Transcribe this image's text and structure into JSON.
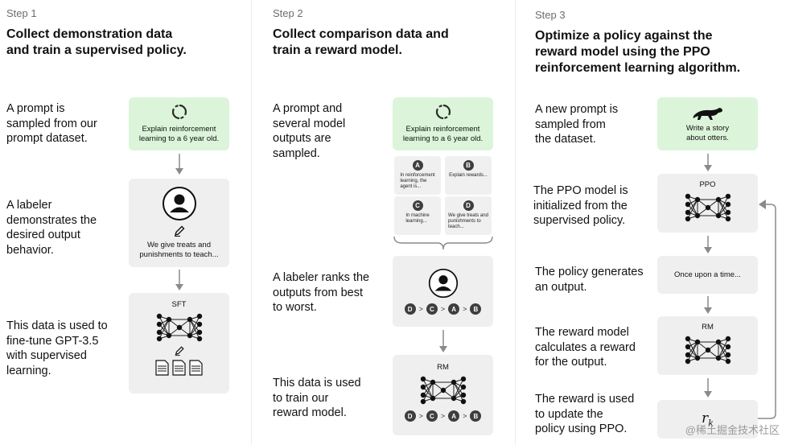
{
  "steps": [
    {
      "step_label": "Step 1",
      "title_lines": [
        "Collect demonstration data",
        "and train a supervised policy."
      ],
      "descriptions": [
        {
          "lines": [
            "A prompt is",
            "sampled from our",
            "prompt dataset."
          ]
        },
        {
          "lines": [
            "A labeler",
            "demonstrates the",
            "desired output",
            "behavior."
          ]
        },
        {
          "lines": [
            "This data is used to",
            "fine-tune GPT-3.5",
            "with supervised",
            "learning."
          ]
        }
      ],
      "cards": {
        "prompt": {
          "lines": [
            "Explain reinforcement",
            "learning to a 6 year old."
          ],
          "icon": "recycle-icon"
        },
        "demo": {
          "lines": [
            "We give treats and",
            "punishments to teach..."
          ],
          "icon": "labeler-icon"
        },
        "sft": {
          "label": "SFT",
          "icon": "neural-network-icon"
        }
      }
    },
    {
      "step_label": "Step 2",
      "title_lines": [
        "Collect comparison data and",
        "train a reward model."
      ],
      "descriptions": [
        {
          "lines": [
            "A prompt and",
            "several model",
            "outputs are",
            "sampled."
          ]
        },
        {
          "lines": [
            "A labeler ranks the",
            "outputs from best",
            "to worst."
          ]
        },
        {
          "lines": [
            "This data is used",
            "to train our",
            "reward model."
          ]
        }
      ],
      "cards": {
        "prompt": {
          "lines": [
            "Explain reinforcement",
            "learning to a 6 year old."
          ],
          "icon": "recycle-icon"
        },
        "outputs": [
          {
            "letter": "A",
            "text": [
              "In reinforcement",
              "learning, the",
              "agent is..."
            ]
          },
          {
            "letter": "B",
            "text": [
              "Explain rewards..."
            ]
          },
          {
            "letter": "C",
            "text": [
              "In machine",
              "learning..."
            ]
          },
          {
            "letter": "D",
            "text": [
              "We give treats and",
              "punishments to",
              "teach..."
            ]
          }
        ],
        "ranking": [
          "D",
          "C",
          "A",
          "B"
        ],
        "rm": {
          "label": "RM"
        }
      }
    },
    {
      "step_label": "Step 3",
      "title_lines": [
        "Optimize a policy against the",
        "reward model using the PPO",
        "reinforcement learning algorithm."
      ],
      "descriptions": [
        {
          "lines": [
            "A new prompt is",
            "sampled from",
            "the dataset."
          ]
        },
        {
          "lines": [
            "The PPO model is",
            "initialized from the",
            "supervised policy."
          ]
        },
        {
          "lines": [
            "The policy generates",
            "an output."
          ]
        },
        {
          "lines": [
            "The reward model",
            "calculates a reward",
            "for the output."
          ]
        },
        {
          "lines": [
            "The reward is used",
            "to update the",
            "policy using PPO."
          ]
        }
      ],
      "cards": {
        "prompt": {
          "lines": [
            "Write a story",
            "about otters."
          ],
          "icon": "otter-icon"
        },
        "ppo": {
          "label": "PPO"
        },
        "output": {
          "text": "Once upon a time..."
        },
        "rm": {
          "label": "RM"
        },
        "reward": {
          "symbol": "r",
          "subscript": "k"
        }
      }
    }
  ],
  "watermark": "@稀土掘金技术社区",
  "colors": {
    "green_card": "#dcf5da",
    "gray_card": "#efefef",
    "arrow": "#8a8a8a",
    "dark": "#2b2b2b"
  }
}
